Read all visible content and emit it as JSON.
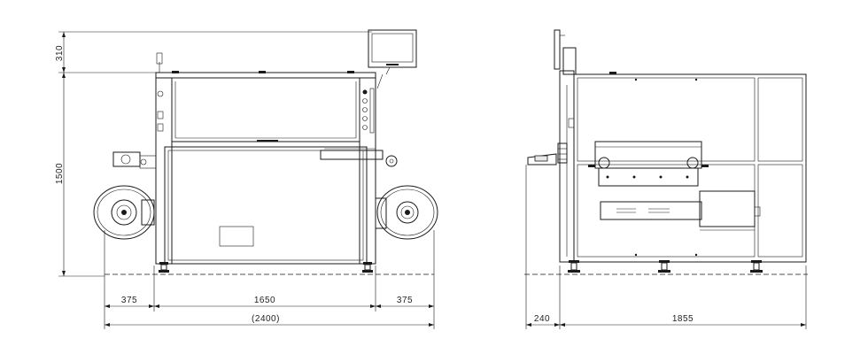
{
  "front_view": {
    "dim_top_height": "310",
    "dim_body_height": "1500",
    "dim_left_roll": "375",
    "dim_frame_width": "1650",
    "dim_right_roll": "375",
    "dim_overall_width": "(2400)"
  },
  "side_view": {
    "dim_operator_offset": "240",
    "dim_depth": "1855"
  }
}
